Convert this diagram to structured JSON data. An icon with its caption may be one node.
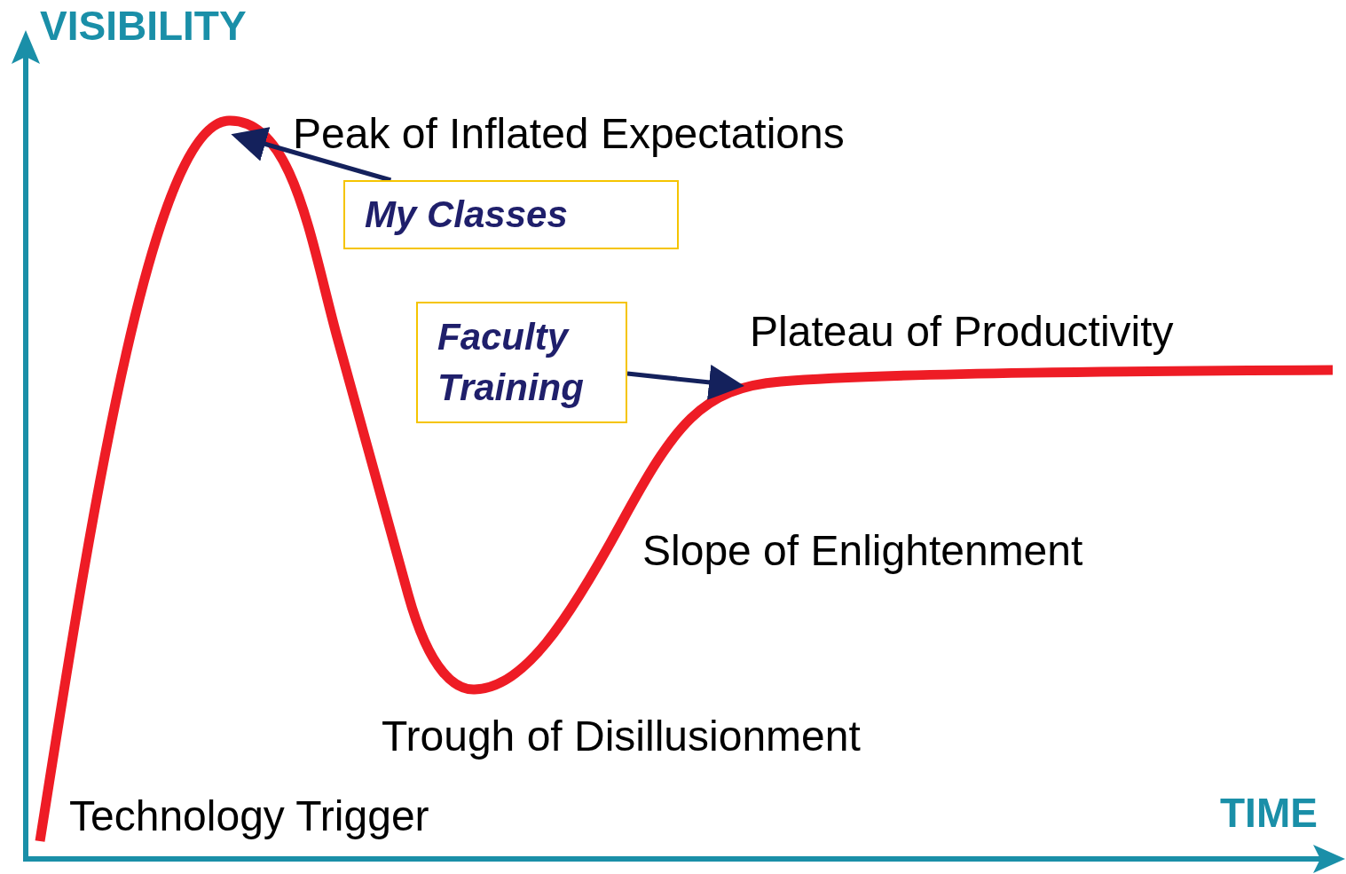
{
  "diagram": {
    "nodes": [
      {
        "text": [
          "My Classes"
        ]
      },
      {
        "text": [
          "Faculty Training"
        ]
      }
    ],
    "edges": [
      {
        "from": 0,
        "to": null,
        "arrow": "to"
      },
      {
        "from": 1,
        "to": null,
        "arrow": "to"
      }
    ],
    "labels": [
      "VISIBILITY",
      "Peak of Inflated Expectations",
      "Plateau of Productivity",
      "Slope of Enlightenment",
      "Trough of Disillusionment",
      "Technology Trigger",
      "TIME"
    ]
  }
}
